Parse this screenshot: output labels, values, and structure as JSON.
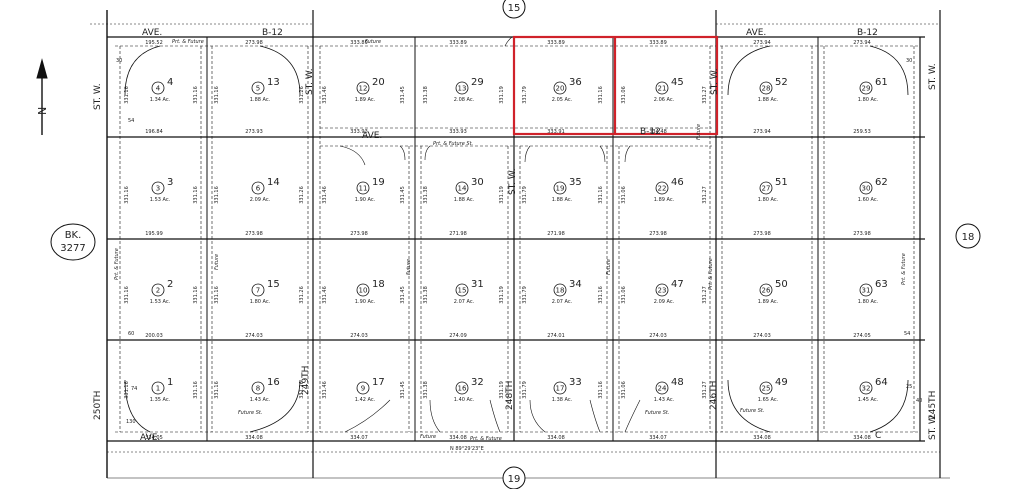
{
  "sheet": {
    "top_ref": "15",
    "bottom_ref": "19",
    "right_ref": "18",
    "left_book": "BK.",
    "left_book_num": "3277",
    "north_label": "N",
    "bearing": "N 89°29'23\"E"
  },
  "streets": {
    "top_left_ave": "AVE.",
    "top_left_b12": "B-12",
    "top_right_ave": "AVE.",
    "top_right_b12": "B-12",
    "mid_ave": "AVE.",
    "mid_b12": "B-12",
    "bottom_ave": "AVE.",
    "bottom_c": "C",
    "st_w_1": "ST. W.",
    "st_w_2": "ST. W.",
    "st_w_3": "ST. W.",
    "st_w_4": "ST. W.",
    "st_w_5": "ST. W.",
    "st_w_6": "ST. W.",
    "st_250th": "250TH",
    "st_248th": "248TH",
    "st_246th": "246TH",
    "st_245th": "245TH",
    "st_249th": "249TH"
  },
  "road_notes": {
    "prt_future": "Prt. & Future",
    "future": "Future",
    "future_st": "Future St.",
    "prt_future_st": "Prt. & Future St."
  },
  "lots": [
    {
      "num": "4",
      "circ": "4",
      "acre": "1.34 Ac."
    },
    {
      "num": "13",
      "circ": "5",
      "acre": "1.88 Ac."
    },
    {
      "num": "20",
      "circ": "12",
      "acre": "1.89 Ac."
    },
    {
      "num": "29",
      "circ": "13",
      "acre": "2.08 Ac."
    },
    {
      "num": "36",
      "circ": "20",
      "acre": "2.05 Ac."
    },
    {
      "num": "45",
      "circ": "21",
      "acre": "2.06 Ac."
    },
    {
      "num": "52",
      "circ": "28",
      "acre": "1.88 Ac."
    },
    {
      "num": "61",
      "circ": "29",
      "acre": "1.80 Ac."
    },
    {
      "num": "3",
      "circ": "3",
      "acre": "1.53 Ac."
    },
    {
      "num": "14",
      "circ": "6",
      "acre": "2.09 Ac."
    },
    {
      "num": "19",
      "circ": "11",
      "acre": "1.90 Ac."
    },
    {
      "num": "30",
      "circ": "14",
      "acre": "1.88 Ac."
    },
    {
      "num": "35",
      "circ": "19",
      "acre": "1.88 Ac."
    },
    {
      "num": "46",
      "circ": "22",
      "acre": "1.89 Ac."
    },
    {
      "num": "51",
      "circ": "27",
      "acre": "1.80 Ac."
    },
    {
      "num": "62",
      "circ": "30",
      "acre": "1.60 Ac."
    },
    {
      "num": "2",
      "circ": "2",
      "acre": "1.53 Ac."
    },
    {
      "num": "15",
      "circ": "7",
      "acre": "1.80 Ac."
    },
    {
      "num": "18",
      "circ": "10",
      "acre": "1.90 Ac."
    },
    {
      "num": "31",
      "circ": "15",
      "acre": "2.07 Ac."
    },
    {
      "num": "34",
      "circ": "18",
      "acre": "2.07 Ac."
    },
    {
      "num": "47",
      "circ": "23",
      "acre": "2.09 Ac."
    },
    {
      "num": "50",
      "circ": "26",
      "acre": "1.89 Ac."
    },
    {
      "num": "63",
      "circ": "31",
      "acre": "1.80 Ac."
    },
    {
      "num": "1",
      "circ": "1",
      "acre": "1.35 Ac."
    },
    {
      "num": "16",
      "circ": "8",
      "acre": "1.43 Ac."
    },
    {
      "num": "17",
      "circ": "9",
      "acre": "1.42 Ac."
    },
    {
      "num": "32",
      "circ": "16",
      "acre": "1.40 Ac."
    },
    {
      "num": "33",
      "circ": "17",
      "acre": "1.38 Ac."
    },
    {
      "num": "48",
      "circ": "24",
      "acre": "1.43 Ac."
    },
    {
      "num": "49",
      "circ": "25",
      "acre": "1.65 Ac."
    },
    {
      "num": "64",
      "circ": "32",
      "acre": "1.45 Ac."
    }
  ],
  "dims": {
    "row_top": [
      "195.52",
      "273.98",
      "333.89",
      "333.89",
      "333.89",
      "333.89",
      "273.94",
      "273.94"
    ],
    "row_mid": [
      "196.84",
      "273.93",
      "333.93",
      "333.93",
      "333.91",
      "334.48",
      "273.94",
      "259.53"
    ],
    "row_2": [
      "195.99",
      "273.98",
      "273.98",
      "271.98",
      "271.98",
      "273.98",
      "273.98",
      "273.98"
    ],
    "row_3": [
      "200.03",
      "274.03",
      "274.03",
      "274.09",
      "274.01",
      "274.03",
      "274.03",
      "274.05"
    ],
    "row_bot": [
      "334.05",
      "334.08",
      "334.07",
      "334.08",
      "334.08",
      "334.07",
      "334.08",
      "334.08"
    ],
    "verticals": [
      "331.16",
      "331.16",
      "331.16",
      "331.26",
      "331.46",
      "331.45",
      "331.38",
      "331.19",
      "331.79",
      "331.16",
      "331.06",
      "331.27"
    ],
    "misc": [
      "30",
      "54",
      "60",
      "40",
      "25",
      "30",
      "74",
      "130",
      "54"
    ]
  }
}
